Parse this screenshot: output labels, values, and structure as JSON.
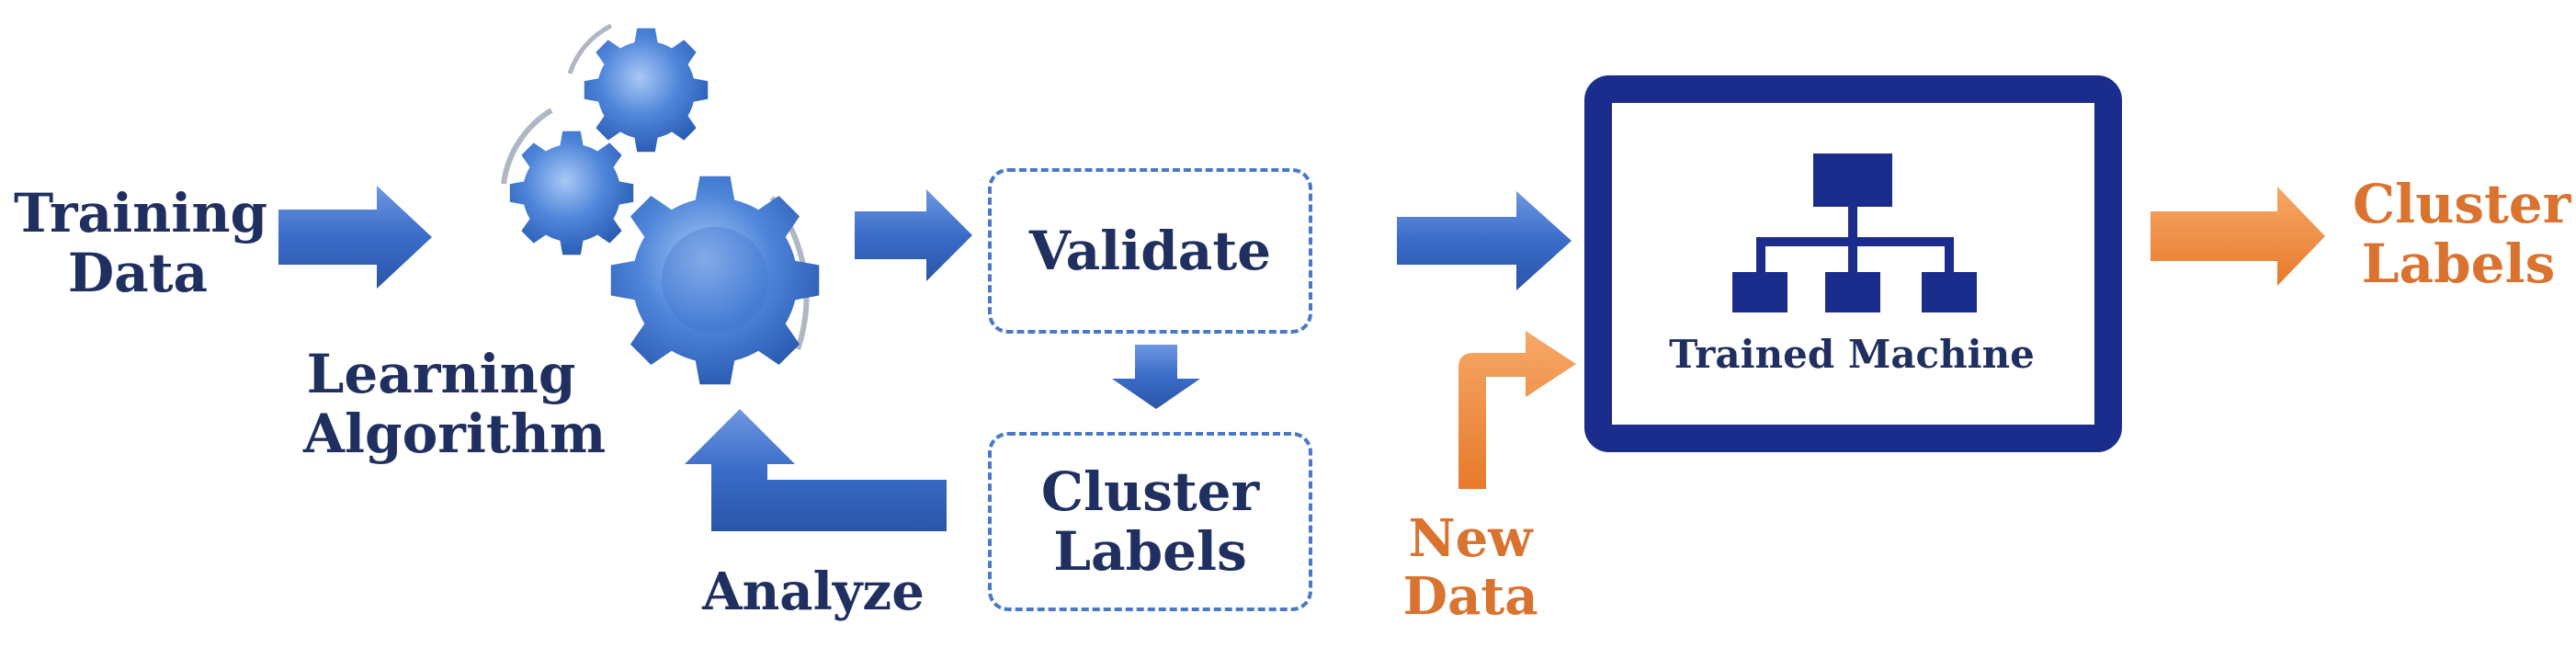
{
  "input": {
    "line1": "Training",
    "line2": "Data"
  },
  "learning": {
    "line1": "Learning",
    "line2": "Algorithm"
  },
  "validate": {
    "label": "Validate"
  },
  "cluster_box": {
    "line1": "Cluster",
    "line2": "Labels"
  },
  "analyze": {
    "label": "Analyze"
  },
  "machine": {
    "label": "Trained Machine"
  },
  "new_data": {
    "line1": "New",
    "line2": "Data"
  },
  "output": {
    "line1": "Cluster",
    "line2": "Labels"
  },
  "colors": {
    "navy": "#1f2f5f",
    "blue": "#3f70c9",
    "orange": "#f08a3a",
    "box": "#1a2d8c"
  }
}
